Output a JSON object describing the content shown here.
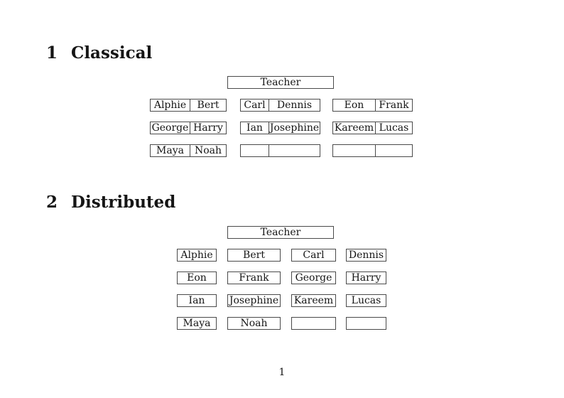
{
  "sections": {
    "classical": {
      "number": "1",
      "title": "Classical",
      "teacher": "Teacher",
      "desks": [
        [
          "Alphie",
          "Bert"
        ],
        [
          "Carl",
          "Dennis"
        ],
        [
          "Eon",
          "Frank"
        ],
        [
          "George",
          "Harry"
        ],
        [
          "Ian",
          "Josephine"
        ],
        [
          "Kareem",
          "Lucas"
        ],
        [
          "Maya",
          "Noah"
        ],
        [
          "",
          ""
        ],
        [
          "",
          ""
        ]
      ]
    },
    "distributed": {
      "number": "2",
      "title": "Distributed",
      "teacher": "Teacher",
      "seats": [
        "Alphie",
        "Bert",
        "Carl",
        "Dennis",
        "Eon",
        "Frank",
        "George",
        "Harry",
        "Ian",
        "Josephine",
        "Kareem",
        "Lucas",
        "Maya",
        "Noah",
        "",
        ""
      ]
    }
  },
  "page_number": "1",
  "colors": {
    "background": "#ffffff",
    "text": "#151515",
    "border": "#4a4a4a"
  }
}
